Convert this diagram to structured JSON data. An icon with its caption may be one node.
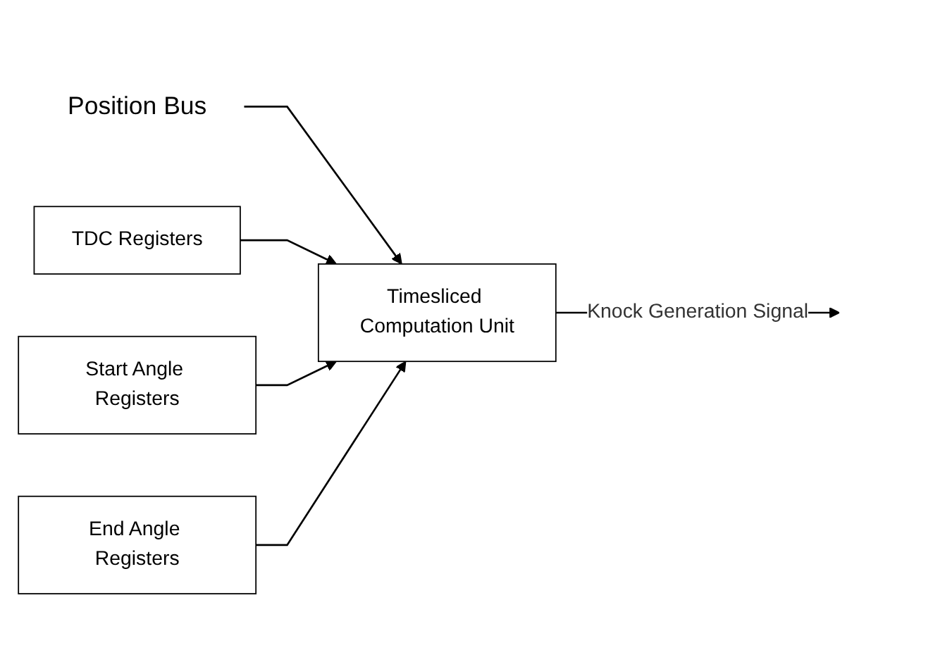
{
  "diagram": {
    "nodes": [
      {
        "text": [
          "Position Bus"
        ]
      },
      {
        "text": [
          "TDC Registers"
        ]
      },
      {
        "text": [
          "Start Angle Registers"
        ]
      },
      {
        "text": [
          "End Angle Registers"
        ]
      },
      {
        "text": [
          "Timesliced Computation Unit"
        ]
      }
    ],
    "edges": [
      {
        "from": 0,
        "to": 4,
        "arrow": "to"
      },
      {
        "from": 1,
        "to": 4,
        "arrow": "to"
      },
      {
        "from": 2,
        "to": 4,
        "arrow": "to"
      },
      {
        "from": 3,
        "to": 4,
        "arrow": "to"
      },
      {
        "from": 4,
        "to": null,
        "label": "Knock Generation Signal",
        "arrow": "to"
      }
    ]
  }
}
